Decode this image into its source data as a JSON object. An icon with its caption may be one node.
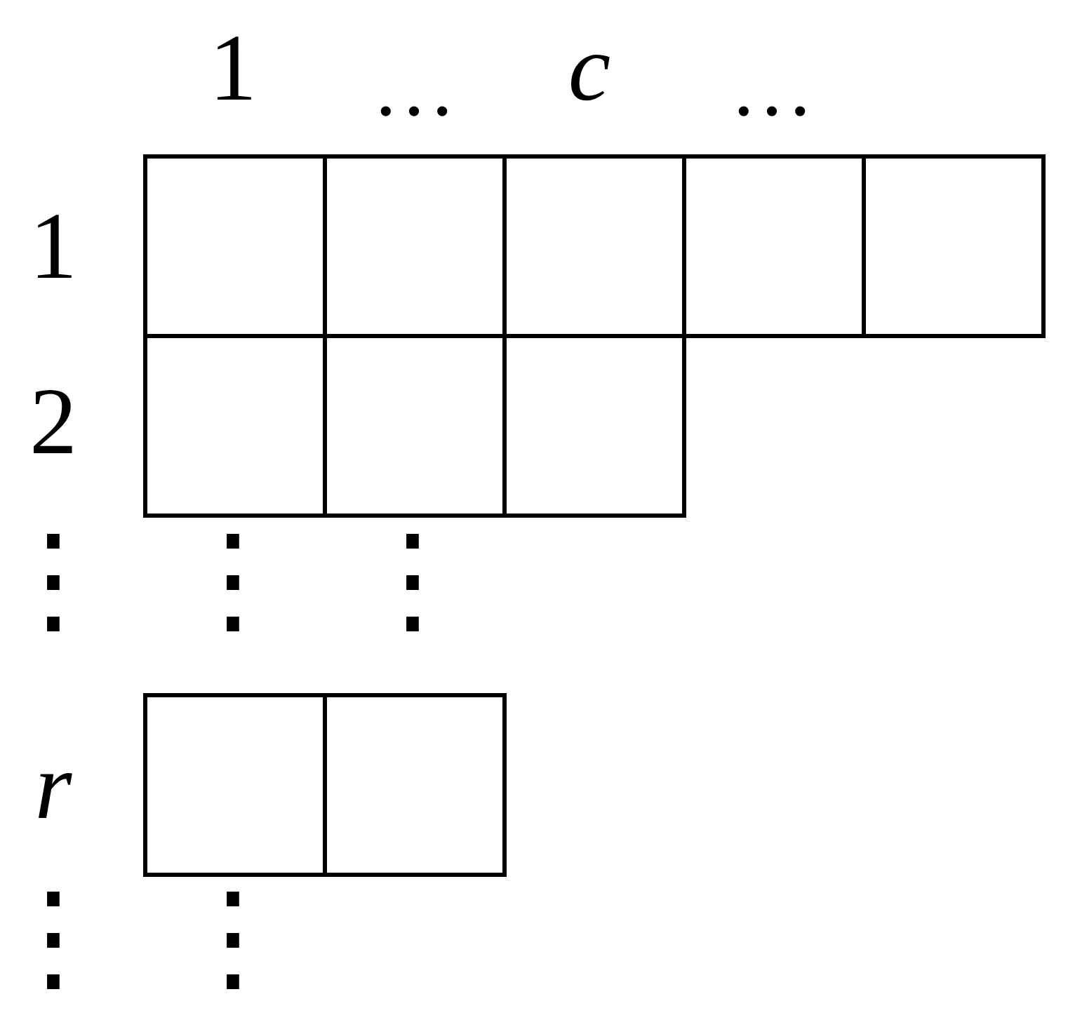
{
  "diagram": {
    "nodes": [
      {
        "text": [],
        "shape": "box"
      },
      {
        "text": [],
        "shape": "box"
      },
      {
        "text": [],
        "shape": "box"
      },
      {
        "text": [],
        "shape": "box"
      },
      {
        "text": [],
        "shape": "box"
      },
      {
        "text": [],
        "shape": "box"
      },
      {
        "text": [],
        "shape": "box"
      },
      {
        "text": [],
        "shape": "box"
      },
      {
        "text": [],
        "shape": "box"
      },
      {
        "text": [],
        "shape": "box"
      }
    ],
    "labels": [
      "1",
      "…",
      "c",
      "…",
      "1",
      "2",
      "⋮",
      "⋮",
      "⋮",
      "r",
      "⋮",
      "⋮"
    ]
  }
}
